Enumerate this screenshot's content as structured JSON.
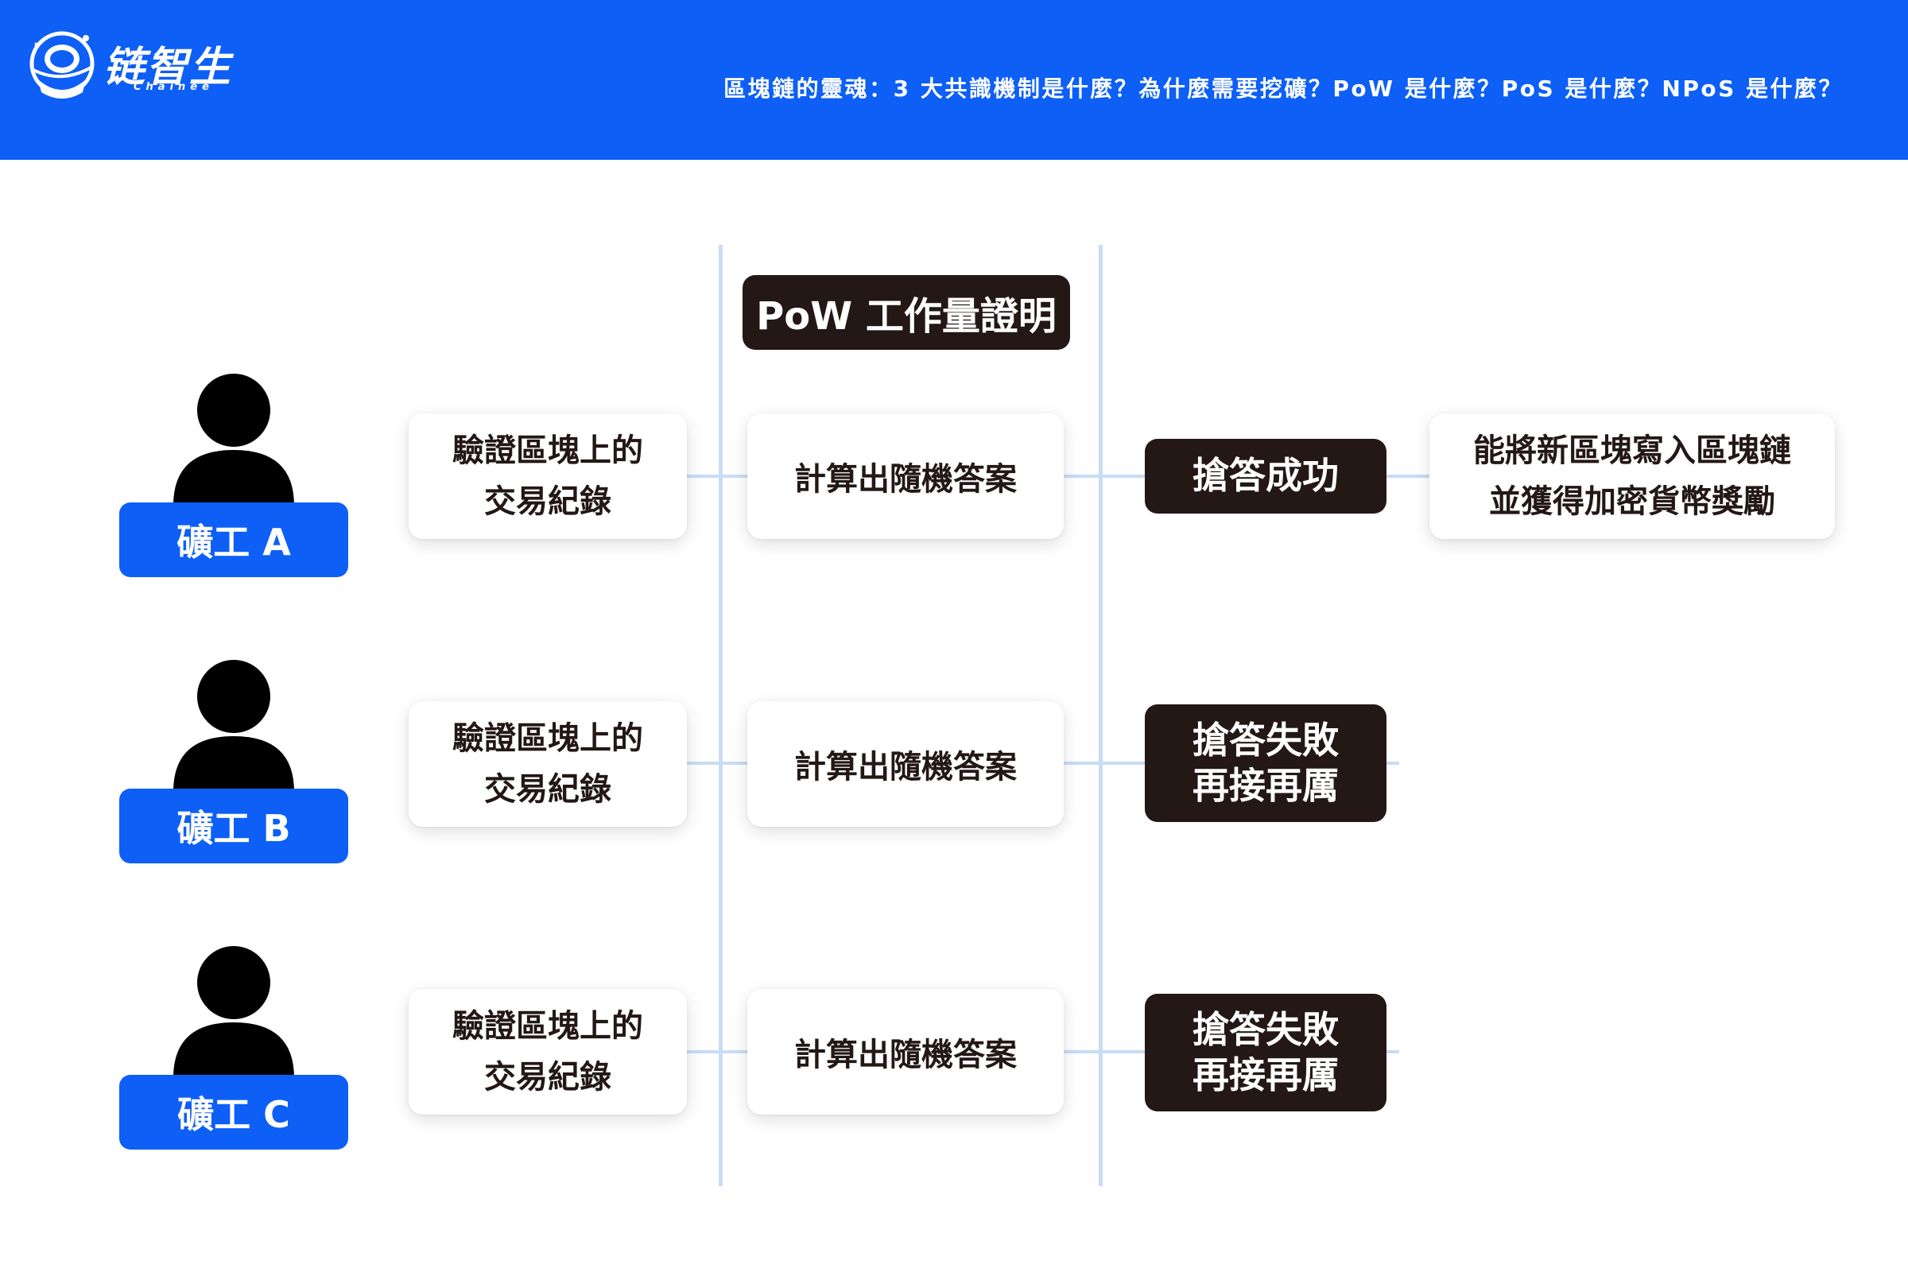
{
  "header": {
    "logo_text": "链智生",
    "logo_sub": "Chainee",
    "title": "區塊鏈的靈魂：3 大共識機制是什麼？為什麼需要挖礦？PoW 是什麼？PoS 是什麼？NPoS 是什麼？"
  },
  "diagram": {
    "title": "PoW 工作量證明",
    "reward": "能將新區塊寫入區塊鏈\n並獲得加密貨幣獎勵",
    "rows": [
      {
        "miner": "礦工 A",
        "step1": "驗證區塊上的\n交易紀錄",
        "step2": "計算出隨機答案",
        "result": "搶答成功"
      },
      {
        "miner": "礦工 B",
        "step1": "驗證區塊上的\n交易紀錄",
        "step2": "計算出隨機答案",
        "result": "搶答失敗\n再接再厲"
      },
      {
        "miner": "礦工 C",
        "step1": "驗證區塊上的\n交易紀錄",
        "step2": "計算出隨機答案",
        "result": "搶答失敗\n再接再厲"
      }
    ]
  },
  "colors": {
    "brand_blue": "#0d5ff5",
    "dark_box": "#231816",
    "connector": "#c8dcf5"
  },
  "icons": [
    "chainee-logo-icon",
    "person-icon"
  ]
}
